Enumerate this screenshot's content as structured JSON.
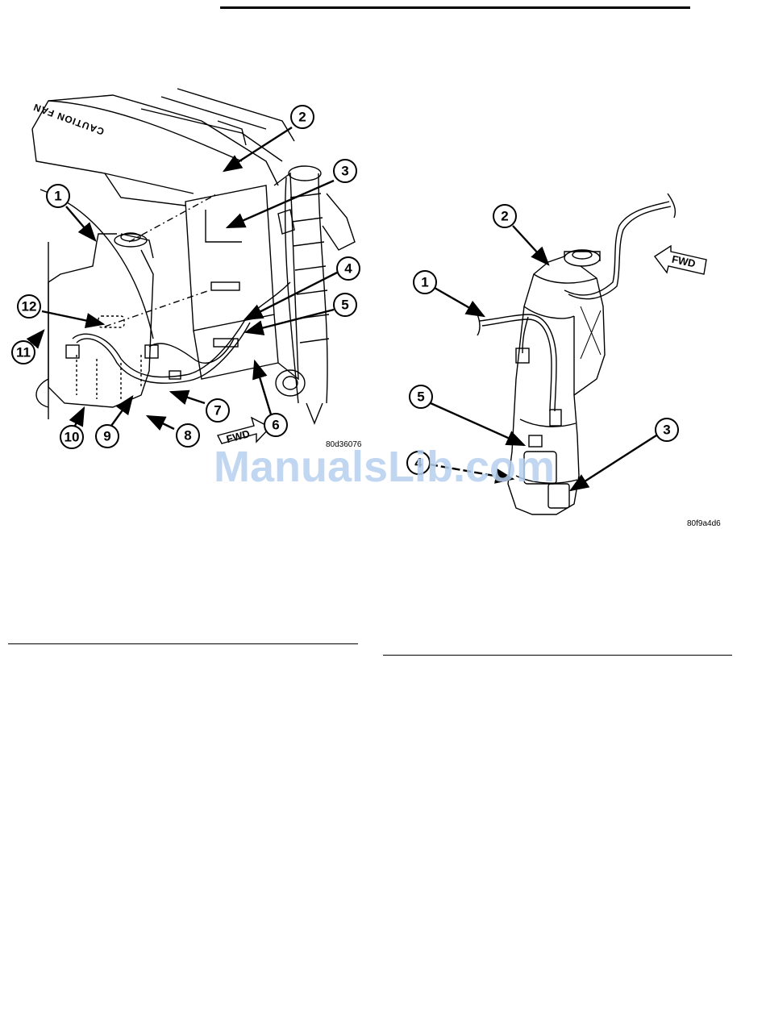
{
  "watermark": "ManualsLib.com",
  "left_figure": {
    "code": "80d36076",
    "fwd_label": "FWD",
    "caution_label": "CAUTION FAN",
    "callouts": [
      "1",
      "2",
      "3",
      "4",
      "5",
      "6",
      "7",
      "8",
      "9",
      "10",
      "11",
      "12"
    ]
  },
  "right_figure": {
    "code": "80f9a4d6",
    "fwd_label": "FWD",
    "callouts": [
      "1",
      "2",
      "3",
      "4",
      "5"
    ]
  },
  "colors": {
    "ink": "#000000",
    "paper": "#ffffff",
    "watermark": "#b7cfee"
  }
}
